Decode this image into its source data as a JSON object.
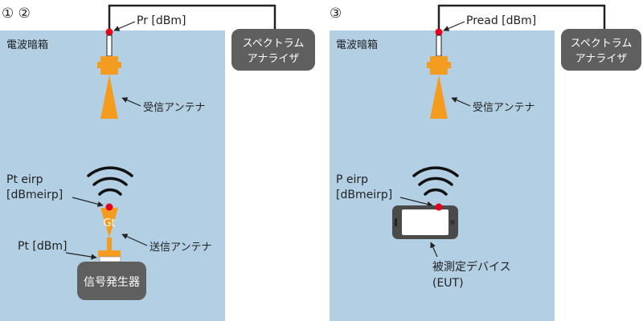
{
  "left_panel": {
    "step_markers": "① ②",
    "chamber_label": "電波暗箱",
    "cable_label": "Pr [dBm]",
    "analyzer_label_line1": "スペクトラム",
    "analyzer_label_line2": "アナライザ",
    "rx_antenna_label": "受信アンテナ",
    "eirp_label_line1": "Pt eirp",
    "eirp_label_line2": "[dBmeirp]",
    "gain_label": "Gt",
    "tx_antenna_label": "送信アンテナ",
    "tx_power_label": "Pt [dBm]",
    "signal_generator_label": "信号発生器"
  },
  "right_panel": {
    "step_marker": "③",
    "chamber_label": "電波暗箱",
    "cable_label": "Pread [dBm]",
    "analyzer_label_line1": "スペクトラム",
    "analyzer_label_line2": "アナライザ",
    "rx_antenna_label": "受信アンテナ",
    "eirp_label_line1": "P eirp",
    "eirp_label_line2": "[dBmeirp]",
    "eut_label_line1": "被測定デバイス",
    "eut_label_line2": "(EUT)"
  },
  "colors": {
    "chamber": "#b3cfe3",
    "antenna": "#f39c1f",
    "device_box": "#5f5f5f",
    "point": "#e2001a"
  }
}
